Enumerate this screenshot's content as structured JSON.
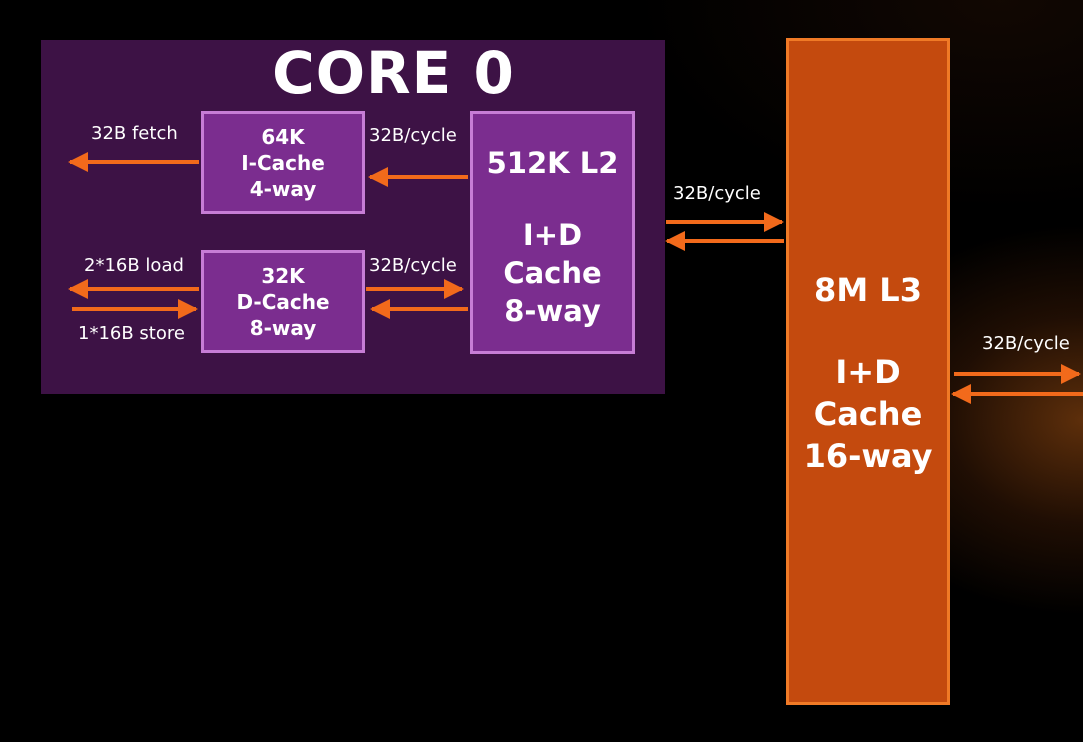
{
  "core": {
    "title": "CORE 0"
  },
  "icache": {
    "line1": "64K",
    "line2": "I-Cache",
    "line3": "4-way"
  },
  "dcache": {
    "line1": "32K",
    "line2": "D-Cache",
    "line3": "8-way"
  },
  "l2": {
    "line1": "512K L2",
    "line2": "I+D",
    "line3": "Cache",
    "line4": "8-way"
  },
  "l3": {
    "line1": "8M L3",
    "line2": "I+D",
    "line3": "Cache",
    "line4": "16-way"
  },
  "labels": {
    "fetch": "32B fetch",
    "icache_l2": "32B/cycle",
    "load": "2*16B load",
    "store": "1*16B store",
    "dcache_l2": "32B/cycle",
    "l2_l3": "32B/cycle",
    "l3_out": "32B/cycle"
  },
  "colors": {
    "core_bg": "#3d1245",
    "cache_box": "#7b2d8f",
    "cache_border": "#c77dd6",
    "l3_box": "#c44a0e",
    "l3_border": "#f07a26",
    "arrow": "#f26a1b"
  }
}
